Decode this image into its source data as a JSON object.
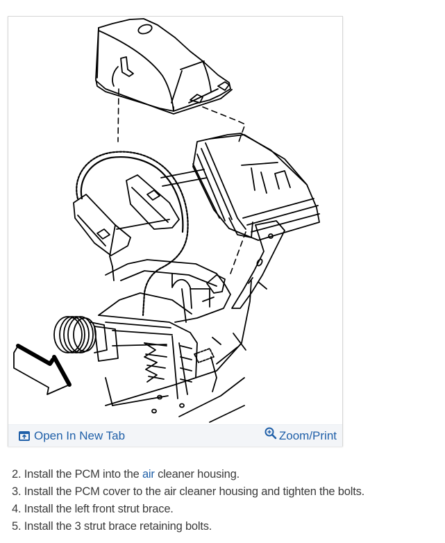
{
  "figure": {
    "description": "Exploded line drawing: PCM cover, PCM module, wiring harness connectors, air cleaner housing, strut brace, front direction arrow"
  },
  "footer": {
    "open_new_tab": {
      "label": "Open In New Tab",
      "icon": "open-in-new-tab-icon"
    },
    "zoom_print": {
      "label": "Zoom/Print",
      "icon": "zoom-in-magnifier-icon"
    }
  },
  "steps": [
    {
      "number": "2.",
      "prefix": " Install the PCM into the ",
      "link": "air",
      "suffix": " cleaner housing."
    },
    {
      "number": "3.",
      "text": " Install the PCM cover to the air cleaner housing and tighten the bolts."
    },
    {
      "number": "4.",
      "text": " Install the left front strut brace."
    },
    {
      "number": "5.",
      "text": " Install the 3 strut brace retaining bolts."
    }
  ],
  "colors": {
    "link": "#1f5fa8",
    "body_text": "#3a3a3a",
    "footer_bg": "#f3f5f8",
    "card_border": "#d6d6d6"
  }
}
